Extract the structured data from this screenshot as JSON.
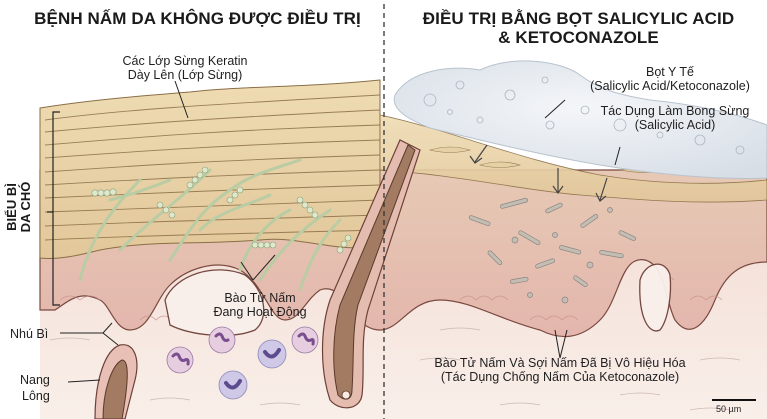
{
  "left_panel": {
    "title": "BỆNH NẤM DA KHÔNG ĐƯỢC ĐIỀU TRỊ",
    "labels": {
      "stratum_corneum_line1": "Các Lớp Sừng Keratin",
      "stratum_corneum_line2": "Dày Lên (Lớp Sừng)",
      "epidermis_line1": "BIỂU BÌ",
      "epidermis_line2": "DA CHÓ",
      "active_spores_line1": "Bào Tử Nấm",
      "active_spores_line2": "Đang Hoạt Động",
      "dermal_papilla": "Nhú Bì",
      "hair_follicle_line1": "Nang",
      "hair_follicle_line2": "Lông"
    }
  },
  "right_panel": {
    "title_line1": "ĐIỀU TRỊ BẰNG BỌT SALICYLIC ACID",
    "title_line2": "& KETOCONAZOLE",
    "labels": {
      "foam_line1": "Bọt Y Tế",
      "foam_line2": "(Salicylic Acid/Ketoconazole)",
      "keratolytic_line1": "Tác Dụng Làm Bong Sừng",
      "keratolytic_line2": "(Salicylic Acid)",
      "inactivated_line1": "Bào Tử Nấm Và Sợi Nấm Đã Bị Vô Hiệu Hóa",
      "inactivated_line2": "(Tác Dụng Chống Nấm Của Ketoconazole)"
    },
    "scale_bar": "50 µm"
  },
  "colors": {
    "keratin": "#e8d3a6",
    "keratin_stroke": "#8a6f46",
    "epidermis_pink": "#e9c4bb",
    "dermis": "#f7e9e2",
    "fungal_hyphae": "#c9d9b8",
    "foam": "#e6ebf0",
    "hair_shaft": "#a37a62",
    "neutrophil": "#d8b8d8",
    "nucleus": "#8a5a9e",
    "inactivated_debris": "#b8b0a8"
  }
}
